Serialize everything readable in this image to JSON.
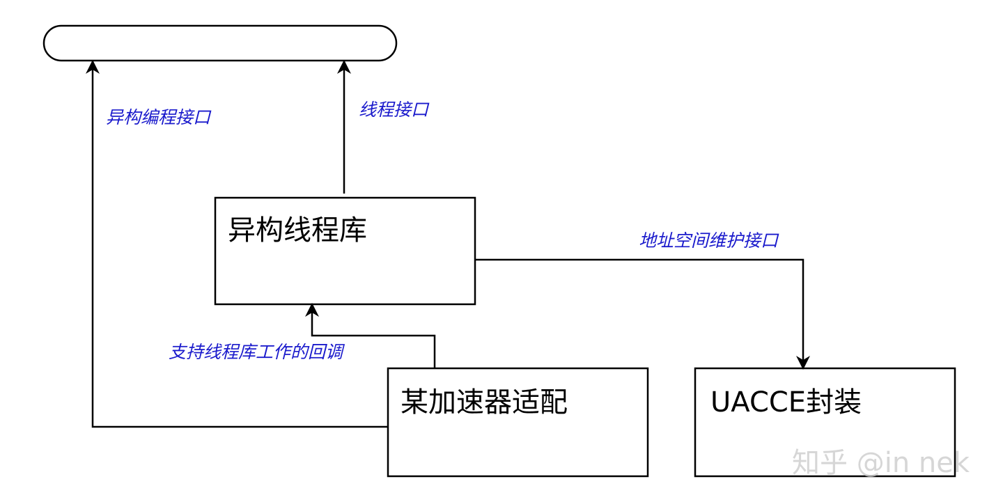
{
  "nodes": {
    "top_rounded": {
      "label": ""
    },
    "thread_lib": {
      "label": "异构线程库"
    },
    "accel_adapter": {
      "label": "某加速器适配"
    },
    "uacce_wrap": {
      "label": "UACCE封装"
    }
  },
  "edges": {
    "hetero_interface": {
      "label": "异构编程接口",
      "from": "accel_adapter",
      "to": "top_rounded"
    },
    "thread_interface": {
      "label": "线程接口",
      "from": "thread_lib",
      "to": "top_rounded"
    },
    "addr_space_interface": {
      "label": "地址空间维护接口",
      "from": "thread_lib",
      "to": "uacce_wrap"
    },
    "callback": {
      "label": "支持线程库工作的回调",
      "from": "accel_adapter",
      "to": "thread_lib"
    }
  },
  "watermark": {
    "text": "知乎 @in nek"
  },
  "colors": {
    "stroke": "#000000",
    "edge_label": "#1a1acc",
    "watermark": "#c8c8c8"
  }
}
